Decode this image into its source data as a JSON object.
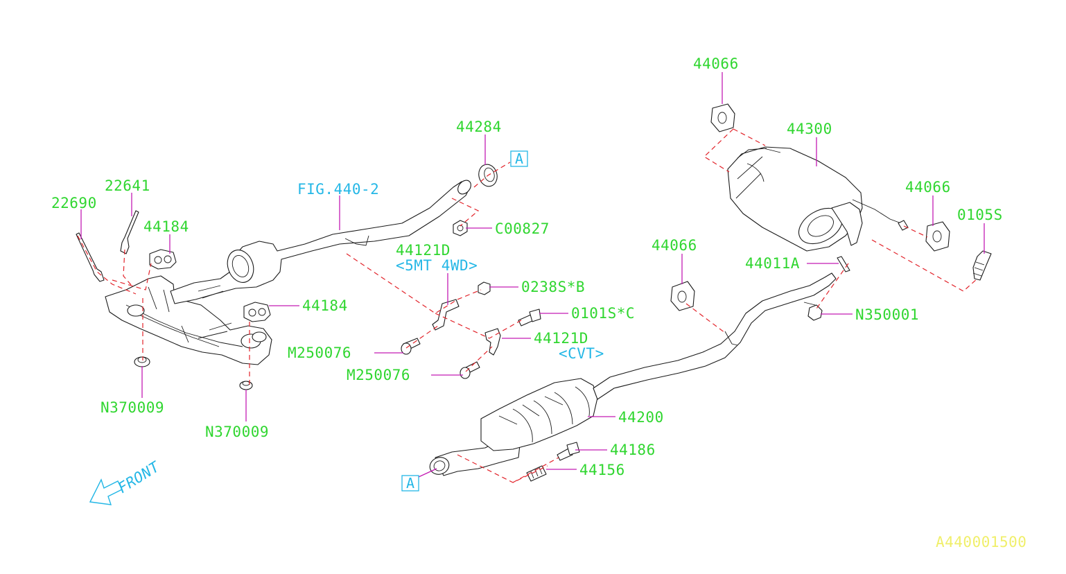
{
  "diagram": {
    "labels": {
      "p22690": "22690",
      "p22641": "22641",
      "p44184_top": "44184",
      "p44184_mid": "44184",
      "fig_ref": "FIG.440-2",
      "p44284": "44284",
      "c00827": "C00827",
      "p44121d_a": "44121D",
      "note_5mt": "<5MT 4WD>",
      "p0238s": "0238S*B",
      "p0101s": "0101S*C",
      "p44121d_b": "44121D",
      "note_cvt": "<CVT>",
      "m250076_a": "M250076",
      "m250076_b": "M250076",
      "n370009_a": "N370009",
      "n370009_b": "N370009",
      "p44066_top": "44066",
      "p44300": "44300",
      "p44066_right": "44066",
      "p0105s": "0105S",
      "p44066_mid": "44066",
      "p44011a": "44011A",
      "n350001": "N350001",
      "p44200": "44200",
      "p44186": "44186",
      "p44156": "44156",
      "ref_a_top": "A",
      "ref_a_bottom": "A",
      "front": "FRONT",
      "drawing_code": "A440001500"
    },
    "colors": {
      "part_number": "#2fd62f",
      "note": "#24b7e6",
      "leader": "#c41bb3",
      "assembly_line": "#e2232a",
      "drawing_code": "#f0ef6a"
    }
  }
}
